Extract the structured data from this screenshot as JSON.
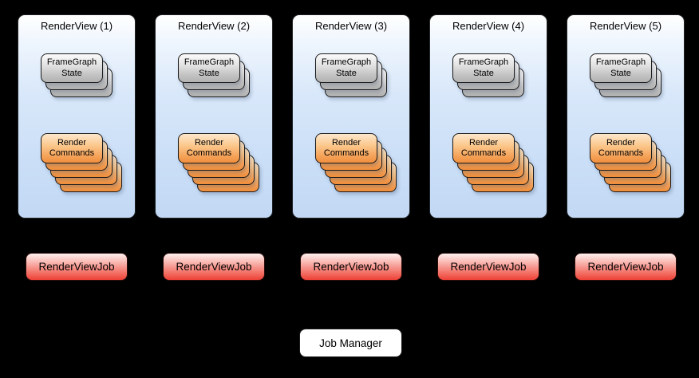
{
  "canvas": {
    "background": "#000000"
  },
  "colors": {
    "panel_gradient_top": "#ffffff",
    "panel_gradient_bottom": "#c2d8f4",
    "state_card_top": "#fbfbfb",
    "state_card_bottom": "#b2b2b2",
    "commands_card_top": "#fde7cd",
    "commands_card_bottom": "#f18f3c",
    "job_gradient_top": "#fdf1ef",
    "job_gradient_bottom": "#ee4036",
    "manager_background": "#ffffff"
  },
  "render_views": [
    {
      "title": "RenderView (1)",
      "state_stack": {
        "line1": "FrameGraph",
        "line2": "State",
        "card_count": 3
      },
      "commands_stack": {
        "line1": "Render",
        "line2": "Commands",
        "card_count": 5
      },
      "job_label": "RenderViewJob"
    },
    {
      "title": "RenderView (2)",
      "state_stack": {
        "line1": "FrameGraph",
        "line2": "State",
        "card_count": 3
      },
      "commands_stack": {
        "line1": "Render",
        "line2": "Commands",
        "card_count": 5
      },
      "job_label": "RenderViewJob"
    },
    {
      "title": "RenderView (3)",
      "state_stack": {
        "line1": "FrameGraph",
        "line2": "State",
        "card_count": 3
      },
      "commands_stack": {
        "line1": "Render",
        "line2": "Commands",
        "card_count": 5
      },
      "job_label": "RenderViewJob"
    },
    {
      "title": "RenderView (4)",
      "state_stack": {
        "line1": "FrameGraph",
        "line2": "State",
        "card_count": 3
      },
      "commands_stack": {
        "line1": "Render",
        "line2": "Commands",
        "card_count": 5
      },
      "job_label": "RenderViewJob"
    },
    {
      "title": "RenderView (5)",
      "state_stack": {
        "line1": "FrameGraph",
        "line2": "State",
        "card_count": 3
      },
      "commands_stack": {
        "line1": "Render",
        "line2": "Commands",
        "card_count": 5
      },
      "job_label": "RenderViewJob"
    }
  ],
  "job_manager": {
    "label": "Job Manager"
  }
}
